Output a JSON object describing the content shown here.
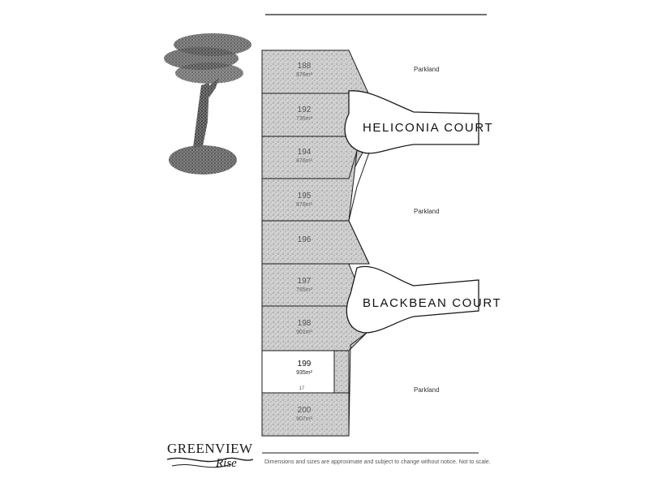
{
  "map": {
    "parkland_labels": [
      "Parkland",
      "Parkland",
      "Parkland"
    ],
    "courts": [
      "HELICONIA COURT",
      "BLACKBEAN COURT"
    ],
    "lots": [
      {
        "number": "188",
        "area": "876m²"
      },
      {
        "number": "192",
        "area": "735m²"
      },
      {
        "number": "194",
        "area": "876m²"
      },
      {
        "number": "195",
        "area": "876m²"
      },
      {
        "number": "196",
        "area": ""
      },
      {
        "number": "197",
        "area": "765m²"
      },
      {
        "number": "198",
        "area": "901m²"
      },
      {
        "number": "199",
        "area": "935m²"
      },
      {
        "number": "200",
        "area": "907m²"
      }
    ],
    "frontage_labels": [
      "17"
    ]
  },
  "brand": {
    "name": "GREENVIEW",
    "sub": "Rise"
  },
  "footer": {
    "disclaimer": "Dimensions and sizes are approximate and subject to change without notice. Not to scale."
  },
  "colors": {
    "stipple": "#9a9a9a",
    "line": "#1a1a1a"
  }
}
